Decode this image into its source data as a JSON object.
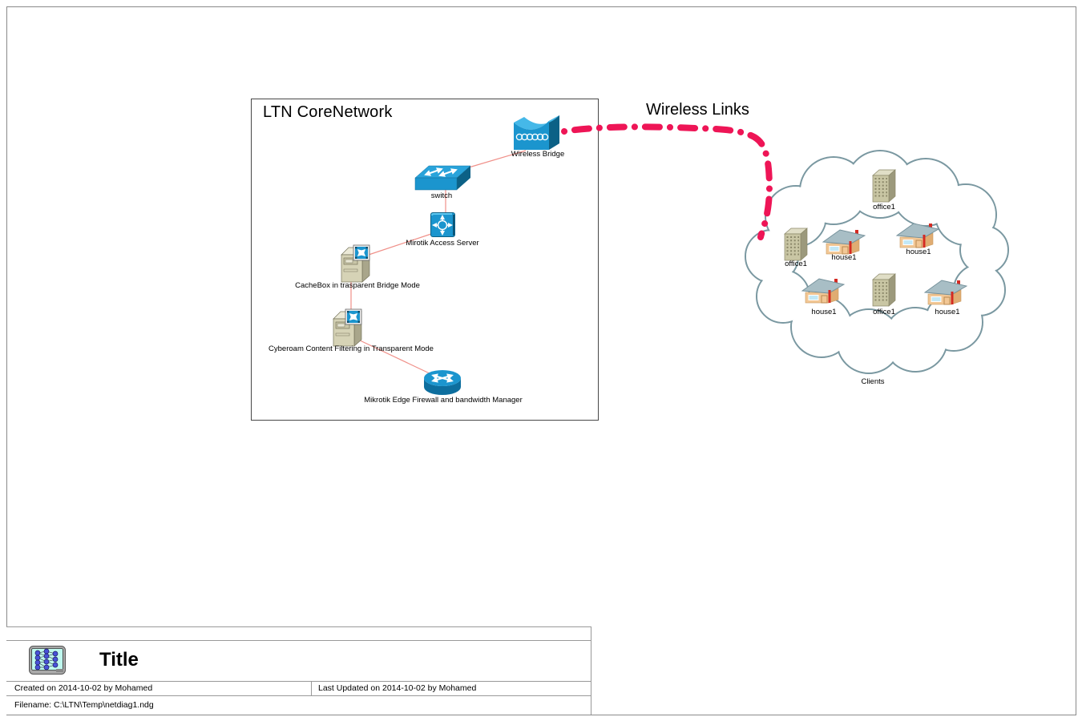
{
  "page": {
    "core_box_title": "LTN CoreNetwork",
    "wireless_links_label": "Wireless Links",
    "clients_cloud_label": "Clients"
  },
  "devices": {
    "wireless_bridge": "Wireless Bridge",
    "switch": "switch",
    "access_server": "Mirotik Access Server",
    "cachebox": "CacheBox in trasparent Bridge Mode",
    "cyberoam": "Cyberoam Content Filtering in Transparent Mode",
    "edge_firewall": "Mikrotik Edge Firewall and bandwidth Manager"
  },
  "clients": {
    "nodes": [
      {
        "type": "office",
        "label": "office1"
      },
      {
        "type": "office",
        "label": "office1"
      },
      {
        "type": "house",
        "label": "house1"
      },
      {
        "type": "house",
        "label": "house1"
      },
      {
        "type": "house",
        "label": "house1"
      },
      {
        "type": "office",
        "label": "office1"
      },
      {
        "type": "house",
        "label": "house1"
      }
    ]
  },
  "title_block": {
    "title": "Title",
    "created": "Created on 2014-10-02 by Mohamed",
    "last_updated": "Last Updated on 2014-10-02 by Mohamed",
    "filename": "Filename: C:\\LTN\\Temp\\netdiag1.ndg"
  },
  "icons": {
    "wireless_bridge": "wireless-bridge-icon",
    "switch": "workgroup-switch-icon",
    "access_server": "access-server-icon",
    "server_tower": "server-tower-icon",
    "router": "router-icon",
    "office": "office-building-icon",
    "house": "house-icon",
    "logo": "network-notepad-logo-icon"
  },
  "colors": {
    "wireless_link": "#EE1556",
    "connector_line": "#F09089",
    "cloud_outline": "#7A98A1",
    "device_blue": "#1B95CE",
    "device_blue_dark": "#0C6186",
    "device_blue_light": "#45B8E8",
    "server_beige": "#D6D3B6",
    "house_wall": "#F2C795",
    "house_roof": "#A8BEC5",
    "accent_red": "#D42A22"
  }
}
